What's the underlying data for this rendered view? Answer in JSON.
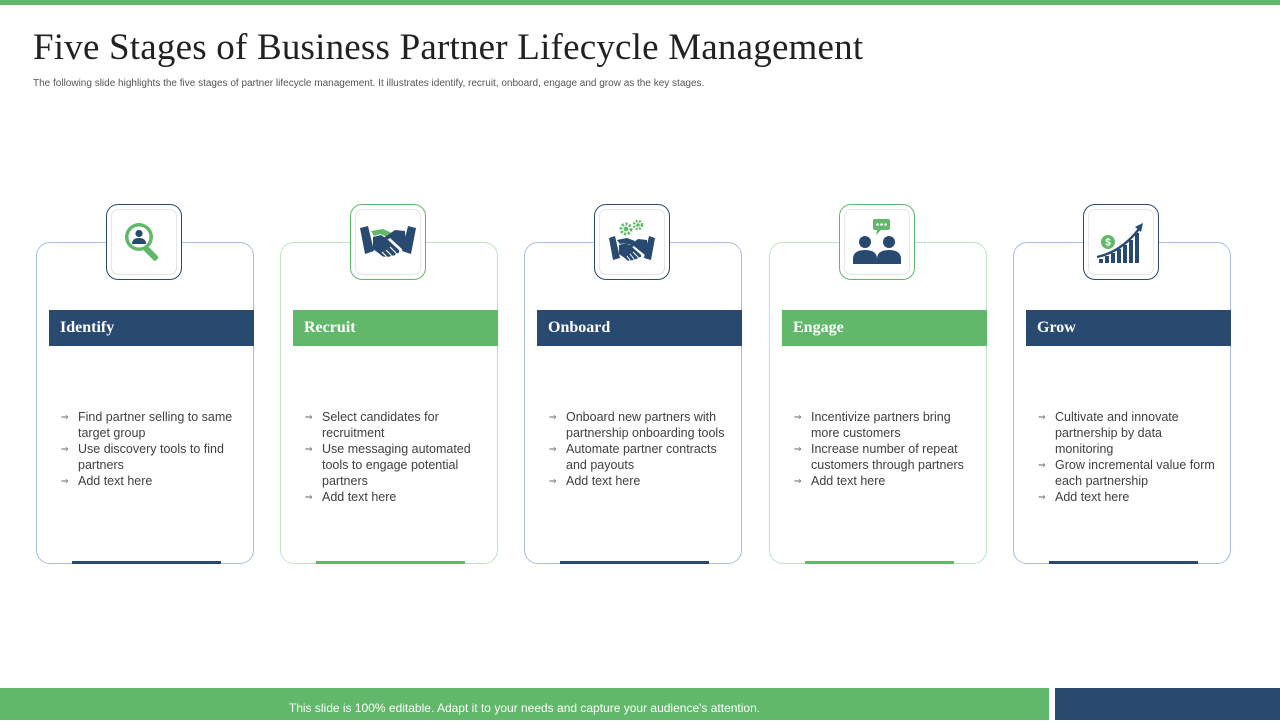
{
  "title": "Five Stages of Business Partner Lifecycle Management",
  "subtitle": "The following slide highlights the five stages of partner lifecycle management. It illustrates identify, recruit, onboard, engage and grow as the key stages.",
  "colors": {
    "navy": "#284a71",
    "green": "#62b86a"
  },
  "stages": [
    {
      "label": "Identify",
      "icon": "search-person-icon",
      "accent": "navy",
      "bullets": [
        "Find partner selling to same target group",
        "Use discovery tools to find partners",
        "Add text here"
      ]
    },
    {
      "label": "Recruit",
      "icon": "handshake-icon",
      "accent": "green",
      "bullets": [
        "Select candidates for recruitment",
        "Use messaging automated tools to engage potential partners",
        "Add text here"
      ]
    },
    {
      "label": "Onboard",
      "icon": "handshake-gears-icon",
      "accent": "navy",
      "bullets": [
        "Onboard new partners with partnership onboarding tools",
        "Automate partner contracts and payouts",
        "Add text here"
      ]
    },
    {
      "label": "Engage",
      "icon": "people-chat-icon",
      "accent": "green",
      "bullets": [
        "Incentivize partners bring more customers",
        "Increase number of repeat customers through partners",
        "Add text here"
      ]
    },
    {
      "label": "Grow",
      "icon": "growth-chart-icon",
      "accent": "navy",
      "bullets": [
        "Cultivate and innovate partnership by data monitoring",
        "Grow incremental value form each partnership",
        "Add text here"
      ]
    }
  ],
  "footer": {
    "text": "This slide is 100% editable. Adapt it to your needs and capture your audience's attention."
  }
}
